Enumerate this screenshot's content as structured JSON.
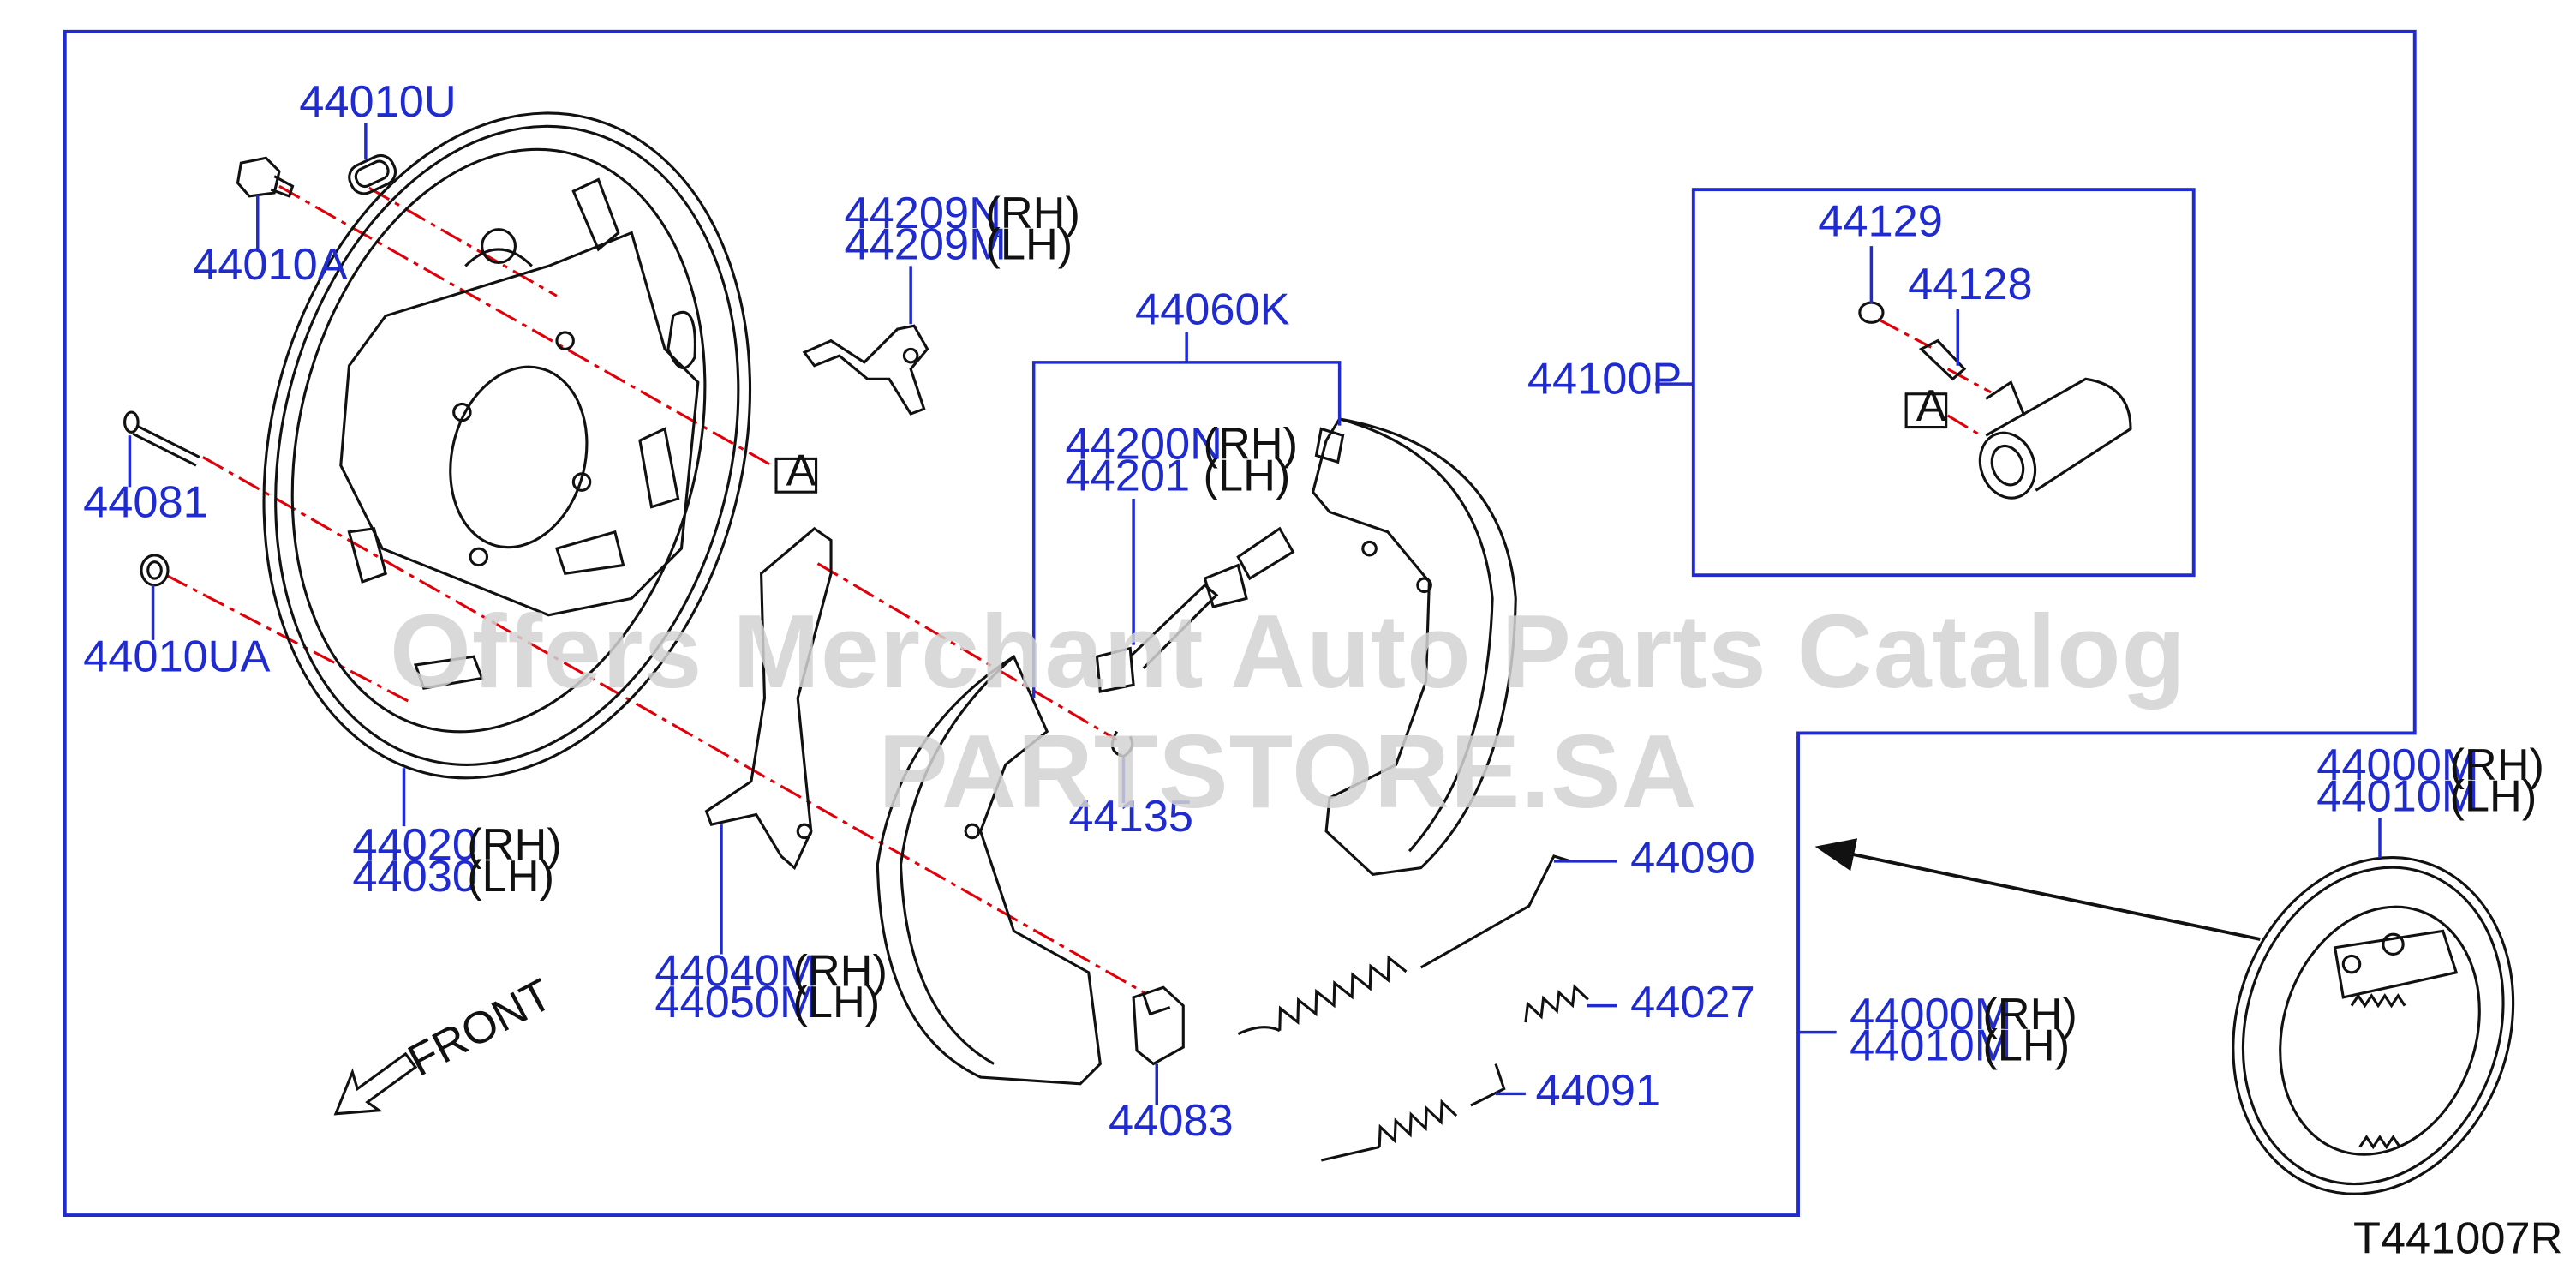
{
  "diagram_code": "T441007R",
  "watermark": "Offers Merchant Auto Parts Catalog PARTSTORE.SA",
  "front_label": "FRONT",
  "ref_markers": {
    "a1": "A",
    "a2": "A"
  },
  "colors": {
    "part_number": "#1f2bcf",
    "leader": "#1f2bcf",
    "frame": "#1f2bcf",
    "axis_line": "#e0000a",
    "drawing": "#111111"
  },
  "parts": {
    "p44010U": "44010U",
    "p44010A": "44010A",
    "p44081": "44081",
    "p44010UA": "44010UA",
    "p44020": "44020",
    "p44020_side": "(RH)",
    "p44030": "44030",
    "p44030_side": "(LH)",
    "p44209N": "44209N",
    "p44209N_side": "(RH)",
    "p44209M": "44209M",
    "p44209M_side": "(LH)",
    "p44060K": "44060K",
    "p44200N": "44200N",
    "p44200N_side": "(RH)",
    "p44201": "44201",
    "p44201_side": "(LH)",
    "p44135": "44135",
    "p44040M": "44040M",
    "p44040M_side": "(RH)",
    "p44050M": "44050M",
    "p44050M_side": "(LH)",
    "p44083": "44083",
    "p44090": "44090",
    "p44027": "44027",
    "p44091": "44091",
    "p44129": "44129",
    "p44128": "44128",
    "p44100P": "44100P",
    "p44000M_a": "44000M",
    "p44000M_a_side": "(RH)",
    "p44010M_a": "44010M",
    "p44010M_a_side": "(LH)",
    "p44000M_b": "44000M",
    "p44000M_b_side": "(RH)",
    "p44010M_b": "44010M",
    "p44010M_b_side": "(LH)"
  }
}
